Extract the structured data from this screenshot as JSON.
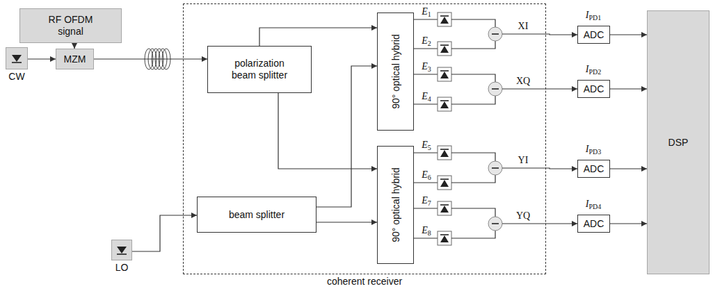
{
  "diagram": {
    "nodes": [
      {
        "text": [
          "RF OFDM signal"
        ]
      },
      {
        "text": [
          "MZM"
        ]
      },
      {
        "text": [
          "CW"
        ]
      },
      {
        "text": [
          "coherent receiver"
        ]
      },
      {
        "text": [
          "polarization beam splitter"
        ],
        "in": 3
      },
      {
        "text": [
          "90° optical hybrid"
        ],
        "in": 3
      },
      {
        "text": [
          "90° optical hybrid"
        ],
        "in": 3
      },
      {
        "text": [
          "beam splitter"
        ],
        "in": 3
      },
      {
        "text": [
          "LO"
        ]
      },
      {
        "text": [
          "ADC"
        ]
      },
      {
        "text": [
          "ADC"
        ]
      },
      {
        "text": [
          "ADC"
        ]
      },
      {
        "text": [
          "ADC"
        ]
      },
      {
        "text": [
          "DSP"
        ]
      }
    ],
    "edges": [
      {
        "from": 0,
        "to": 1,
        "arrow": "to"
      },
      {
        "from": 2,
        "to": 1,
        "arrow": "to"
      },
      {
        "from": 1,
        "to": 4,
        "arrow": "to"
      },
      {
        "from": 4,
        "to": 5,
        "arrow": "to"
      },
      {
        "from": 4,
        "to": 6,
        "arrow": "to"
      },
      {
        "from": 8,
        "to": 7,
        "arrow": "to"
      },
      {
        "from": 7,
        "to": 5,
        "arrow": "to"
      },
      {
        "from": 7,
        "to": 6,
        "arrow": "to"
      },
      {
        "from": 9,
        "to": 13,
        "arrow": "to"
      },
      {
        "from": 10,
        "to": 13,
        "arrow": "to"
      },
      {
        "from": 11,
        "to": 13,
        "arrow": "to"
      },
      {
        "from": 12,
        "to": 13,
        "arrow": "to"
      }
    ],
    "labels": [
      "E1",
      "E2",
      "XI",
      "E3",
      "E4",
      "XQ",
      "E5",
      "E6",
      "YI",
      "E7",
      "E8",
      "YQ",
      "IPD1",
      "IPD2",
      "IPD3",
      "IPD4"
    ]
  }
}
